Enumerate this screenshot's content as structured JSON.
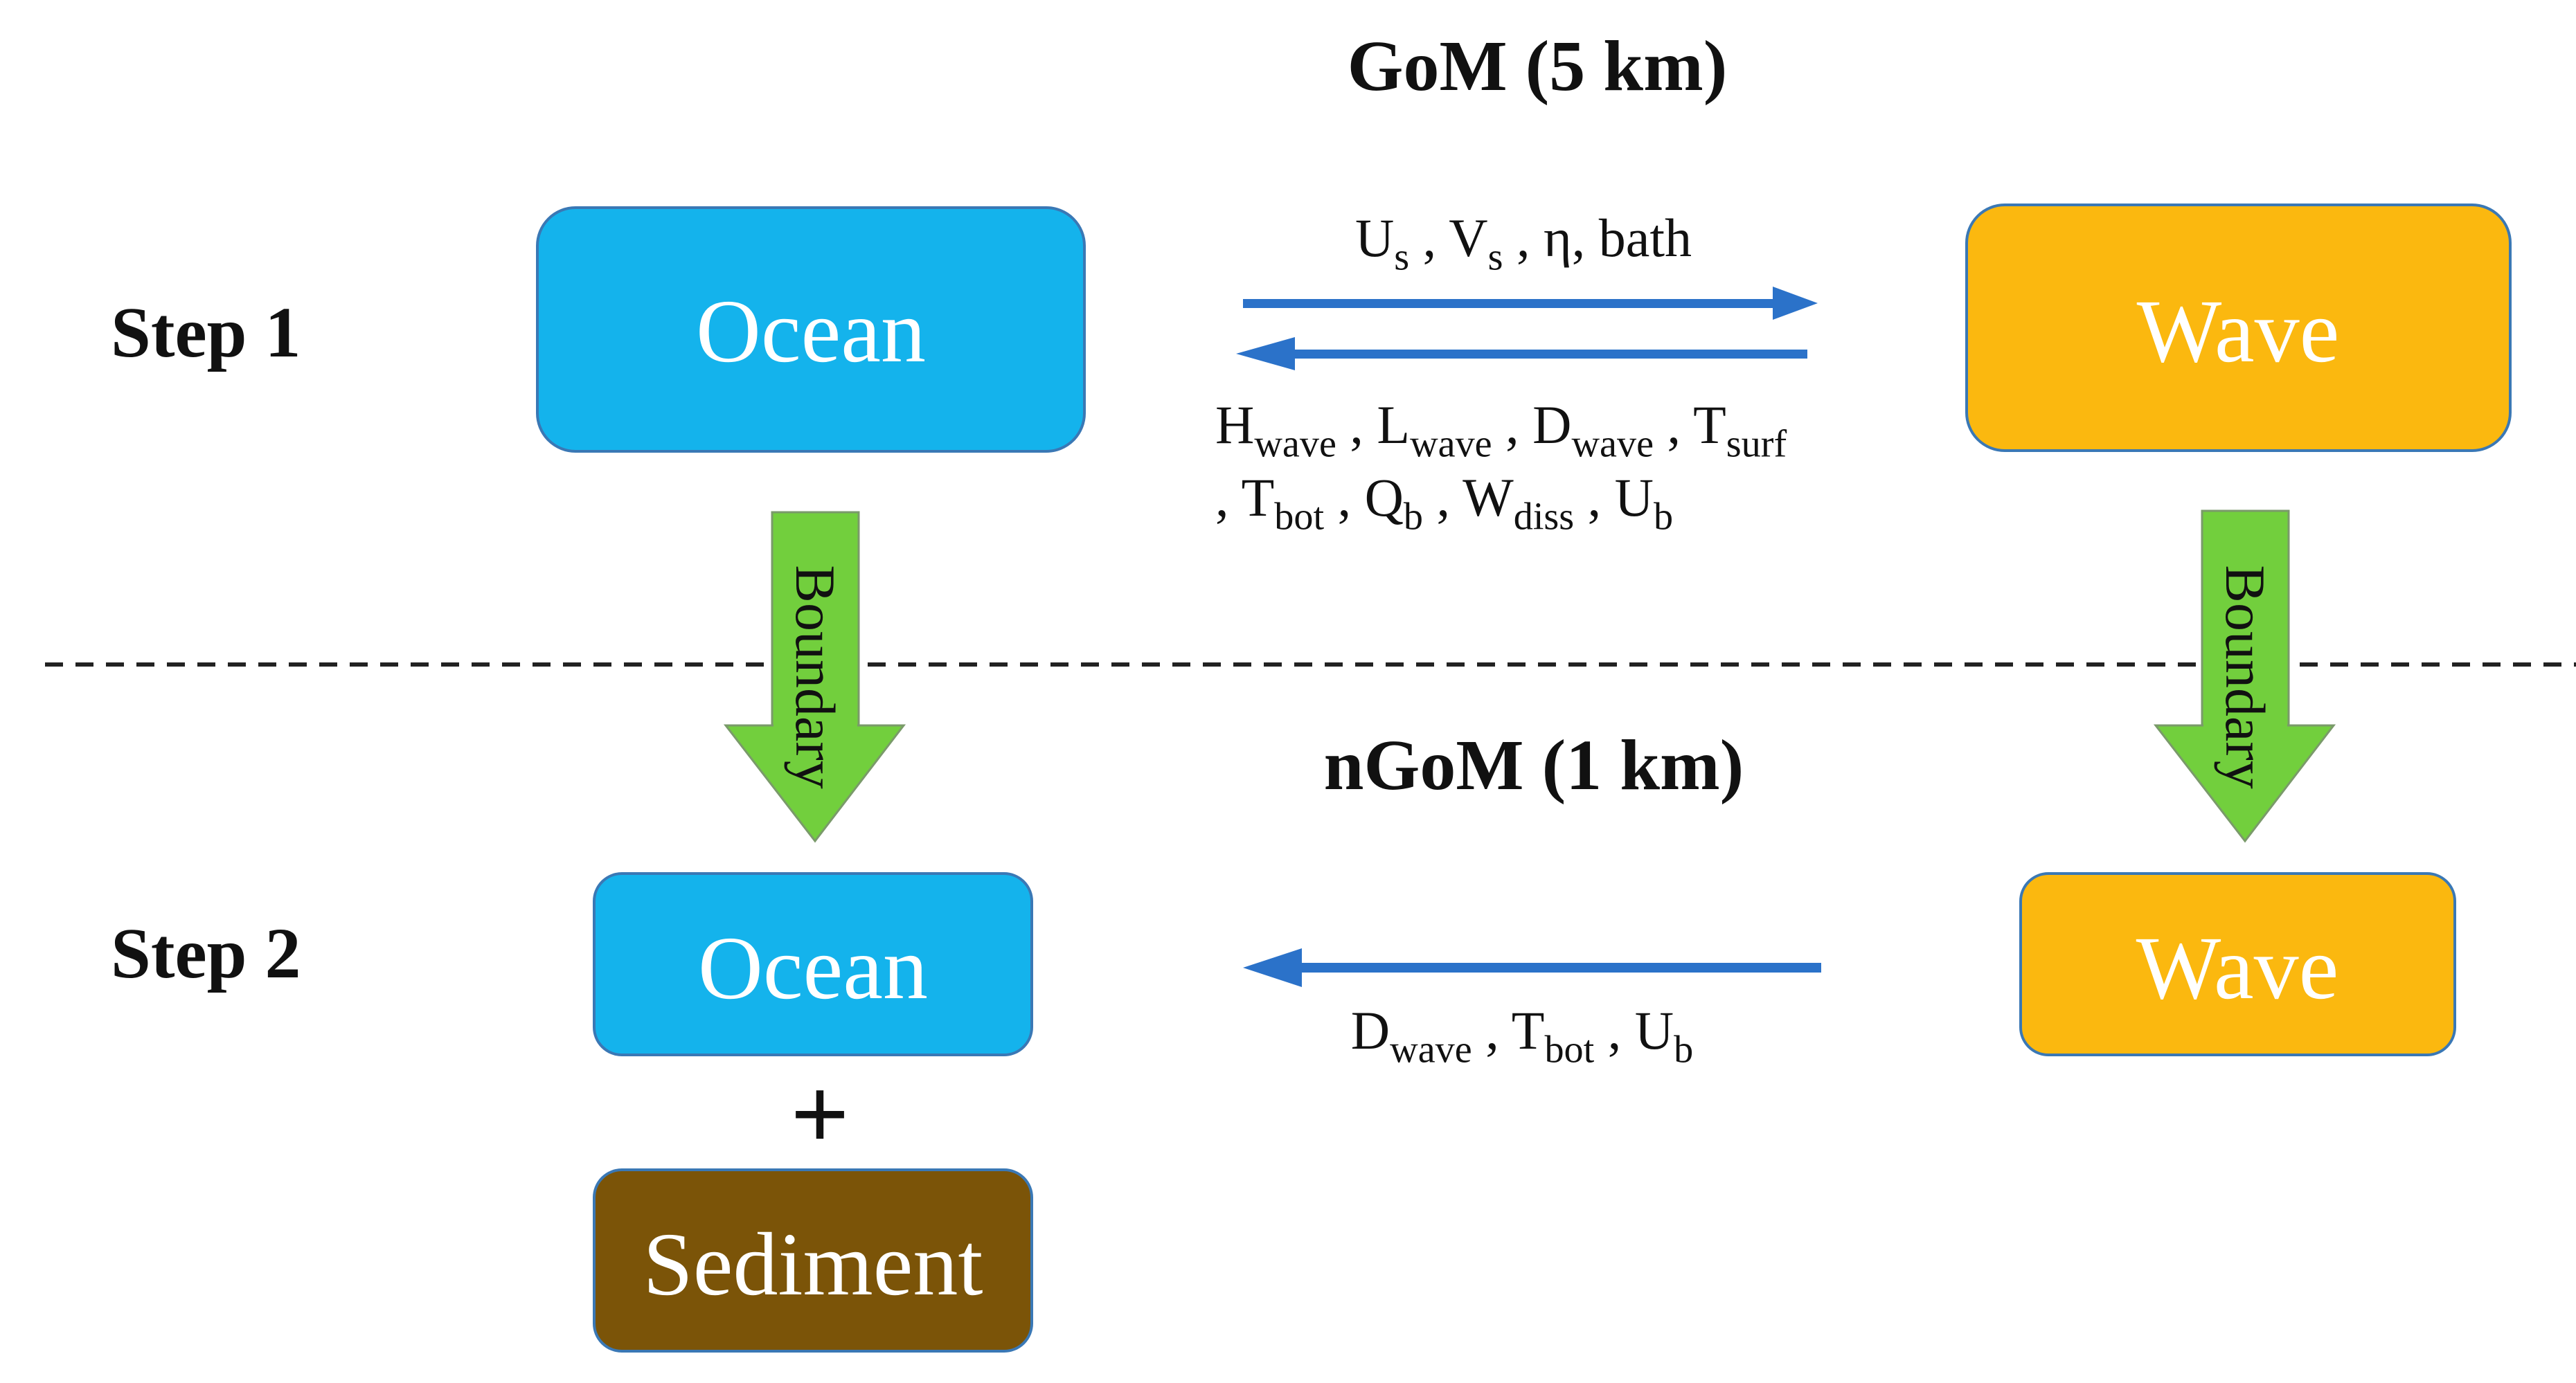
{
  "colors": {
    "ocean": "#14b3ec",
    "wave": "#fbb80f",
    "sediment": "#7b5408",
    "boundary_arrow": "#72cf3d",
    "flow_arrow": "#2b72c9",
    "divider": "#222222"
  },
  "step1": {
    "title": "GoM (5 km)",
    "label": "Step 1",
    "ocean": "Ocean",
    "wave": "Wave",
    "ocean_to_wave": [
      {
        "t": "U"
      },
      {
        "t": "s",
        "sub": true
      },
      {
        "t": " , V"
      },
      {
        "t": "s",
        "sub": true
      },
      {
        "t": " , η, bath"
      }
    ],
    "wave_to_ocean_line1": [
      {
        "t": "H"
      },
      {
        "t": "wave",
        "sub": true
      },
      {
        "t": " , L"
      },
      {
        "t": "wave",
        "sub": true
      },
      {
        "t": " , D"
      },
      {
        "t": "wave",
        "sub": true
      },
      {
        "t": " , T"
      },
      {
        "t": "surf",
        "sub": true
      }
    ],
    "wave_to_ocean_line2": [
      {
        "t": ", T"
      },
      {
        "t": "bot",
        "sub": true
      },
      {
        "t": " , Q"
      },
      {
        "t": "b",
        "sub": true
      },
      {
        "t": " , W"
      },
      {
        "t": "diss",
        "sub": true
      },
      {
        "t": " , U"
      },
      {
        "t": "b",
        "sub": true
      }
    ]
  },
  "step2": {
    "title": "nGoM (1 km)",
    "label": "Step 2",
    "ocean": "Ocean",
    "wave": "Wave",
    "plus": "+",
    "sediment": "Sediment",
    "wave_to_ocean": [
      {
        "t": "D"
      },
      {
        "t": "wave",
        "sub": true
      },
      {
        "t": " , T"
      },
      {
        "t": "bot",
        "sub": true
      },
      {
        "t": " , U"
      },
      {
        "t": "b",
        "sub": true
      }
    ]
  },
  "boundary_label": "Boundary"
}
